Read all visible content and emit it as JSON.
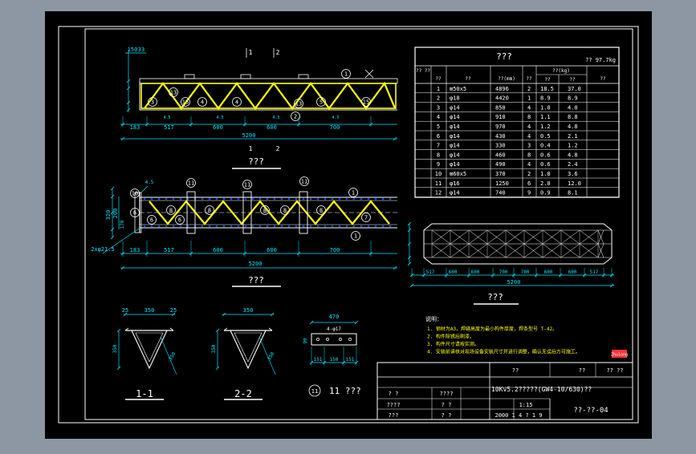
{
  "colors": {
    "background": "#8d97a3",
    "sheet": "#000000",
    "frame": "#ffffff",
    "member": "#ffff00",
    "dim": "#00e5ff",
    "text": "#ffffff",
    "dot": "#0044ff",
    "accent": "#ff3333"
  },
  "elevation": {
    "section_marks": [
      "1",
      "2"
    ],
    "top_dims": [
      "150",
      "33"
    ],
    "bottom_dims": [
      "183",
      "517",
      "600",
      "600",
      "700"
    ],
    "total": "5200",
    "callouts": [
      "1",
      "3",
      "13",
      "15",
      "4",
      "5",
      "13",
      "15",
      "2"
    ],
    "title": "???"
  },
  "plan": {
    "callouts_top": [
      "10",
      "11",
      "11",
      "11",
      "1"
    ],
    "callouts_body": [
      "6",
      "8",
      "8",
      "8",
      "7"
    ],
    "left_dims": [
      "320",
      "200",
      "170"
    ],
    "angle": "4.5",
    "bottom_dims": [
      "183",
      "517",
      "600",
      "600",
      "700"
    ],
    "total": "5200",
    "bolt_note": "2xφ21.5",
    "title": "???"
  },
  "mini": {
    "bottom_dims": [
      "517",
      "600",
      "600",
      "700",
      "700",
      "600",
      "600",
      "517"
    ],
    "total": "5200",
    "title": "???"
  },
  "sections": [
    {
      "label": "1-1",
      "top_dims": [
        "25",
        "350",
        "25"
      ],
      "side": "350"
    },
    {
      "label": "2-2",
      "top_dims": [
        "350"
      ],
      "side": "350"
    }
  ],
  "plate": {
    "label": "11 ???",
    "width": "470",
    "hole": "4-φ17",
    "side": "90",
    "bottom_dims": [
      "151",
      "150",
      "151"
    ]
  },
  "table": {
    "title": "???",
    "total_weight": "?? 97.7kg",
    "headers": [
      "??\n??",
      "??",
      "??",
      "??(mm)",
      "??",
      "??(kg)",
      "",
      "??"
    ],
    "sub_headers": [
      "??",
      "??"
    ],
    "rows": [
      [
        "1",
        "⊠50x5",
        "4896",
        "2",
        "18.5",
        "37.0"
      ],
      [
        "2",
        "φ18",
        "4420",
        "1",
        "8.9",
        "8.9"
      ],
      [
        "3",
        "φ14",
        "850",
        "4",
        "1.0",
        "4.0"
      ],
      [
        "4",
        "φ14",
        "910",
        "8",
        "1.1",
        "8.8"
      ],
      [
        "5",
        "φ14",
        "970",
        "4",
        "1.2",
        "4.8"
      ],
      [
        "6",
        "φ14",
        "430",
        "4",
        "0.5",
        "2.1"
      ],
      [
        "7",
        "φ14",
        "330",
        "3",
        "0.4",
        "1.2"
      ],
      [
        "8",
        "φ14",
        "460",
        "8",
        "0.6",
        "4.8"
      ],
      [
        "9",
        "φ14",
        "490",
        "4",
        "0.6",
        "2.4"
      ],
      [
        "10",
        "⊠60x5",
        "370",
        "2",
        "1.8",
        "3.6"
      ],
      [
        "11",
        "φ16",
        "1250",
        "6",
        "2.0",
        "12.0"
      ],
      [
        "12",
        "φ14",
        "740",
        "9",
        "0.9",
        "8.1"
      ]
    ]
  },
  "notes": {
    "heading": "说明：",
    "items": [
      "1.  钢材为A3，焊缝高度为最小构件厚度，焊条型号 T-42。",
      "2.  构件除锈后刷漆。",
      "3.  构件尺寸请按实测。",
      "4.  安装前请核对现场设备安装尺寸并进行调整，确认无误后方可施工。"
    ],
    "badge": "Zhulong"
  },
  "title_block": {
    "header_cells": [
      "??",
      "??",
      "?? ??"
    ],
    "drawing_title": "10Kv5.2?????(GW4-10/630)??",
    "left_cells": [
      "?  ?",
      "????",
      "????",
      "?  ?",
      "???",
      "?  ?"
    ],
    "scale": "1:15",
    "date": "2000  1 4 ? 1 9",
    "drawing_no": "??-??-04"
  }
}
